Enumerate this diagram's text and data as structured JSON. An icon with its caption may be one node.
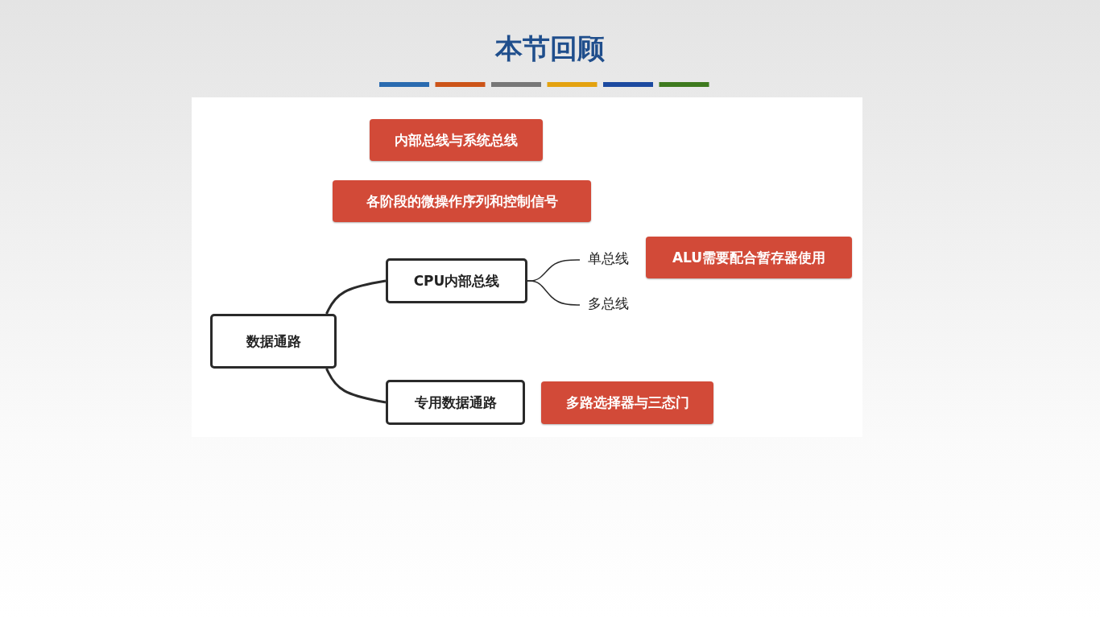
{
  "diagram": {
    "title": "本节回顾",
    "nodes": [
      {
        "text": [
          "内部总线与系统总线"
        ]
      },
      {
        "text": [
          "各阶段的微操作序列和控制信号"
        ]
      },
      {
        "text": [
          "数据通路"
        ]
      },
      {
        "text": [
          "CPU内部总线"
        ]
      },
      {
        "text": [
          "单总线"
        ]
      },
      {
        "text": [
          "多总线"
        ]
      },
      {
        "text": [
          "ALU需要配合暂存器使用"
        ]
      },
      {
        "text": [
          "专用数据通路"
        ]
      },
      {
        "text": [
          "多路选择器与三态门"
        ]
      }
    ],
    "edges": [
      {
        "from": 2,
        "to": 3,
        "arrow": "none"
      },
      {
        "from": 2,
        "to": 7,
        "arrow": "none"
      },
      {
        "from": 3,
        "to": 4,
        "arrow": "none"
      },
      {
        "from": 3,
        "to": 5,
        "arrow": "none"
      }
    ]
  }
}
